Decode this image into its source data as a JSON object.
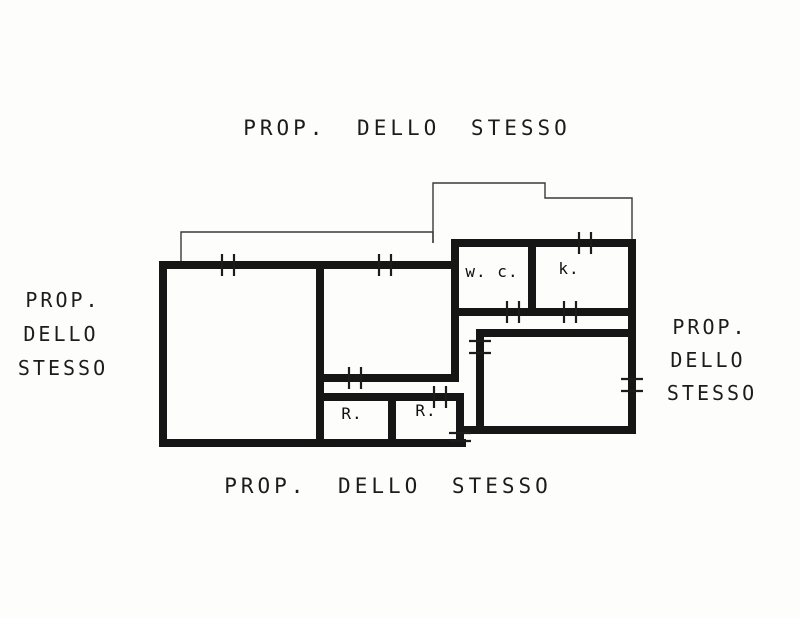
{
  "labels": {
    "top": "PROP. DELLO STESSO",
    "bottom": "PROP. DELLO STESSO",
    "left": [
      "PROP.",
      "DELLO",
      "STESSO"
    ],
    "right": [
      "PROP.",
      "DELLO",
      "STESSO"
    ]
  },
  "rooms": {
    "wc": "w. c.",
    "kitchen": "k.",
    "room1": "R.",
    "room2": "R."
  },
  "colors": {
    "ink": "#1a1a1a",
    "paper": "#fdfdfc"
  }
}
